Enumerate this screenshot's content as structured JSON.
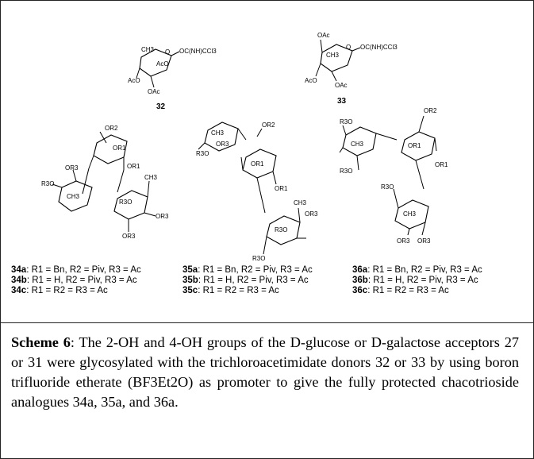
{
  "scheme": {
    "compound_labels": [
      "32",
      "33"
    ],
    "structure_labels": {
      "c32": [
        "OC(NH)CCl3",
        "AcO",
        "OAc",
        "AcO",
        "CH3",
        "O"
      ],
      "c33": [
        "OAc",
        "OC(NH)CCl3",
        "AcO",
        "OAc",
        "O",
        "CH3"
      ],
      "c34": [
        "OR2",
        "OR1",
        "OR1",
        "OR3",
        "R3O",
        "CH3",
        "R3O",
        "OR3",
        "CH3",
        "OR3"
      ],
      "c35": [
        "CH3",
        "R3O",
        "OR3",
        "OR2",
        "OR1",
        "OR1",
        "CH3",
        "OR3",
        "R3O",
        "R3O"
      ],
      "c36": [
        "OR2",
        "R3O",
        "CH3",
        "R3O",
        "OR1",
        "OR1",
        "R3O",
        "CH3",
        "OR3",
        "OR3"
      ]
    },
    "legends": [
      [
        {
          "id": "34a",
          "text": ": R1 = Bn, R2 = Piv, R3 = Ac"
        },
        {
          "id": "34b",
          "text": ": R1 = H,   R2 = Piv, R3 = Ac"
        },
        {
          "id": "34c",
          "text": ": R1 = R2 = R3 = Ac"
        }
      ],
      [
        {
          "id": "35a",
          "text": ": R1 = Bn, R2 = Piv, R3 = Ac"
        },
        {
          "id": "35b",
          "text": ": R1 = H,   R2 = Piv, R3 = Ac"
        },
        {
          "id": "35c",
          "text": ": R1 = R2 = R3 = Ac"
        }
      ],
      [
        {
          "id": "36a",
          "text": ": R1 = Bn, R2 = Piv, R3 = Ac"
        },
        {
          "id": "36b",
          "text": ": R1 = H,   R2 = Piv, R3 = Ac"
        },
        {
          "id": "36c",
          "text": ": R1 = R2 = R3 = Ac"
        }
      ]
    ]
  },
  "caption": {
    "head": "Scheme 6",
    "text": ": The 2-OH and 4-OH groups of the D-glucose or D-galactose acceptors 27 or 31 were glycosylated with the trichloroacetimidate donors 32 or 33 by using boron trifluoride etherate (BF3Et2O) as promoter to give the fully protected chacotrioside analogues 34a, 35a, and 36a."
  }
}
